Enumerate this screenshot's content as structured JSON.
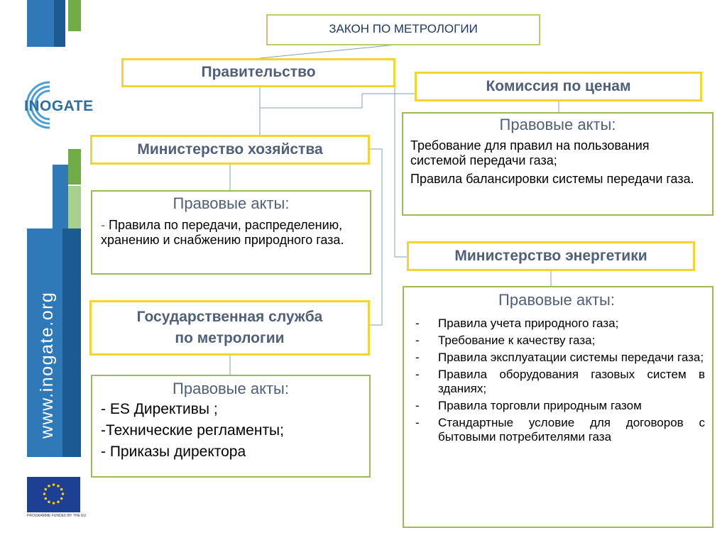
{
  "branding": {
    "logo_text": "INOGATE",
    "website": "www.inogate.org",
    "eu_caption": "PROGRAMME FUNDED BY THE EU"
  },
  "law": {
    "title": "ЗАКОН ПО МЕТРОЛОГИИ"
  },
  "government": {
    "title": "Правительство"
  },
  "price_commission": {
    "title": "Комиссия по ценам",
    "acts_title": "Правовые акты:",
    "acts": [
      "Требование для правил  на пользования системой передачи газа;",
      "Правила балансировки системы передачи газа."
    ]
  },
  "ministry_economy": {
    "title": "Министерство хозяйства",
    "acts_title": "Правовые акты:",
    "acts_dash": "-",
    "acts_text": "Правила по передачи, распределению, хранению и снабжению природного газа."
  },
  "ministry_energy": {
    "title": "Министерство энергетики",
    "acts_title": "Правовые акты:",
    "acts": [
      "Правила учета природного газа;",
      "Требование к качеству газа;",
      "Правила эксплуатации системы передачи газа;",
      "Правила оборудования газовых систем в зданиях;",
      " Правила торговли природным газом",
      "Стандартные условие для договоров с бытовыми потребителями газа"
    ]
  },
  "metrology_service": {
    "title_line1": "Государственная  служба",
    "title_line2": "по метрологии",
    "acts_title": "Правовые акты:",
    "acts": [
      "- ES Директивы ;",
      "-Технические регламенты;",
      "- Приказы директора"
    ]
  },
  "colors": {
    "yellow_border": "#f2d52f",
    "green_border": "#9bbb59",
    "heading_text": "#50607a",
    "connector": "#7f9fc8",
    "band_blue": "#2f79b9",
    "band_green": "#70ad47"
  }
}
